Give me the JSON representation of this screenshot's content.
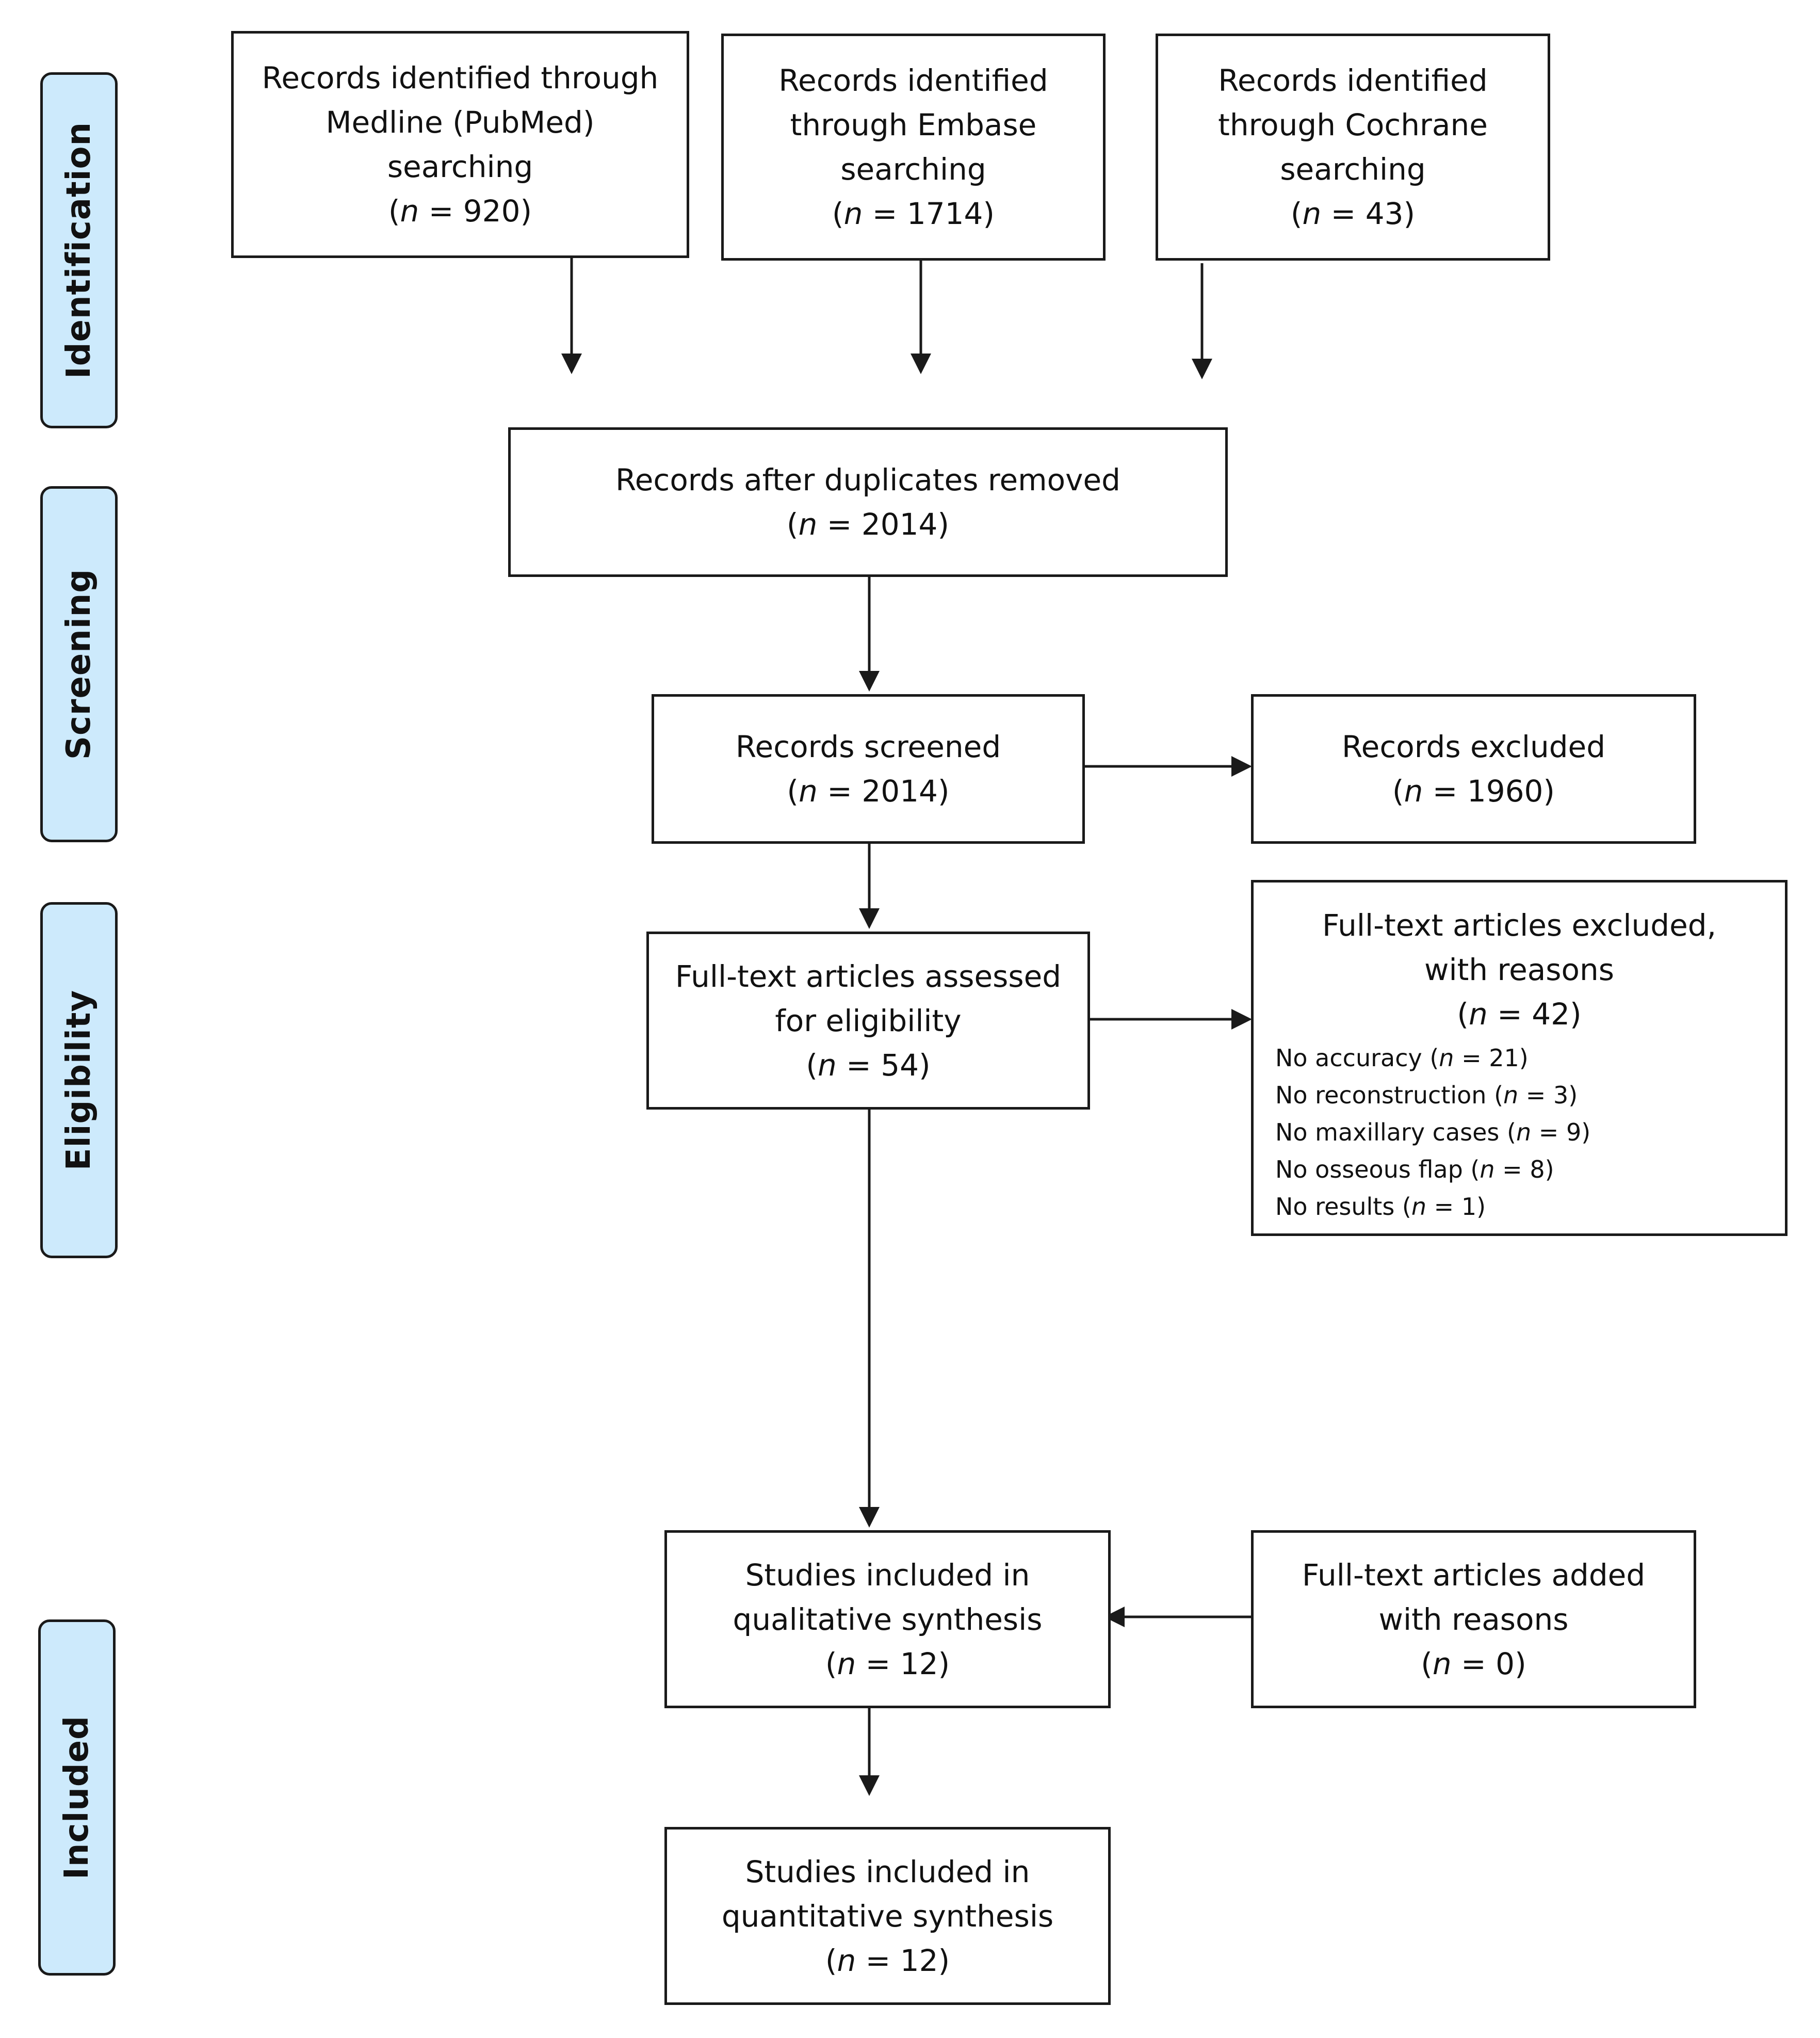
{
  "stages": {
    "identification": "Identification",
    "screening": "Screening",
    "eligibility": "Eligibility",
    "included": "Included"
  },
  "boxes": {
    "medline": {
      "lines": [
        "Records identified through",
        "Medline (PubMed)",
        "searching"
      ],
      "n": "920"
    },
    "embase": {
      "lines": [
        "Records identified",
        "through Embase",
        "searching"
      ],
      "n": "1714"
    },
    "cochrane": {
      "lines": [
        "Records identified",
        "through Cochrane",
        "searching"
      ],
      "n": "43"
    },
    "duplicates_removed": {
      "lines": [
        "Records after duplicates removed"
      ],
      "n": "2014"
    },
    "screened": {
      "lines": [
        "Records screened"
      ],
      "n": "2014"
    },
    "excluded": {
      "lines": [
        "Records excluded"
      ],
      "n": "1960"
    },
    "fulltext_assessed": {
      "lines": [
        "Full-text articles assessed",
        "for eligibility"
      ],
      "n": "54"
    },
    "fulltext_excluded": {
      "lines": [
        "Full-text articles excluded,",
        "with reasons"
      ],
      "n": "42",
      "reasons": [
        {
          "label": "No accuracy",
          "n": "21"
        },
        {
          "label": "No reconstruction",
          "n": "3"
        },
        {
          "label": "No maxillary cases",
          "n": "9"
        },
        {
          "label": "No osseous flap",
          "n": "8"
        },
        {
          "label": "No results",
          "n": "1"
        }
      ]
    },
    "qualitative": {
      "lines": [
        "Studies included in",
        "qualitative synthesis"
      ],
      "n": "12"
    },
    "added": {
      "lines": [
        "Full-text articles added",
        "with reasons"
      ],
      "n": "0"
    },
    "quantitative": {
      "lines": [
        "Studies included in",
        "quantitative synthesis"
      ],
      "n": "12"
    }
  },
  "n_symbol": "n",
  "colors": {
    "stage_fill": "#cdeafc",
    "stroke": "#1a1a1a"
  }
}
